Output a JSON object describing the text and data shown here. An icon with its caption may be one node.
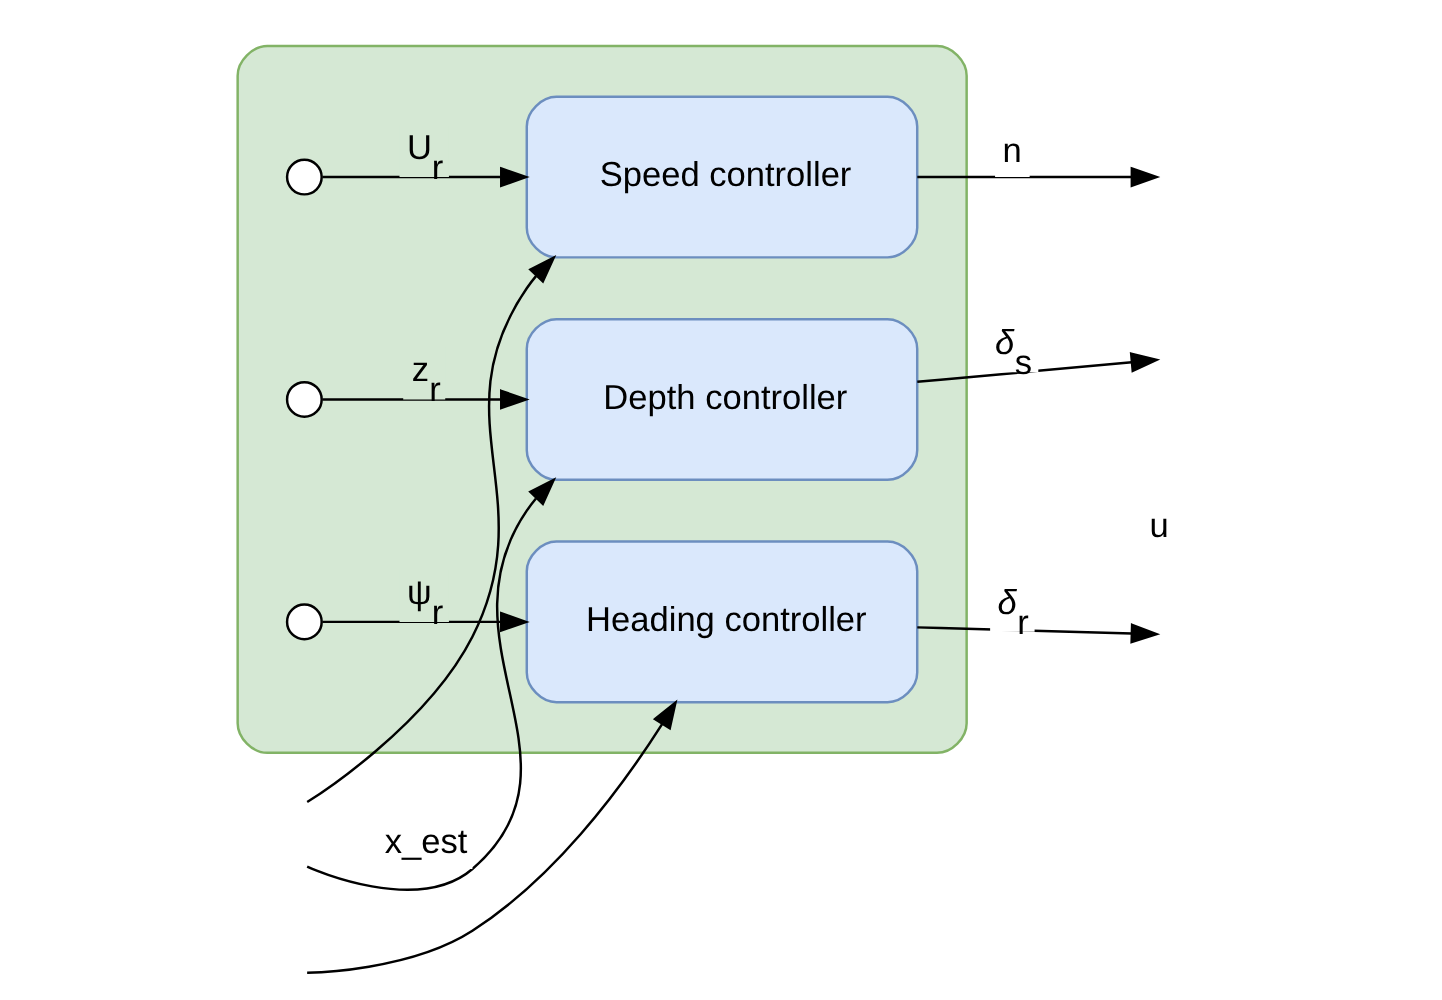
{
  "diagram": {
    "nodes": [
      {
        "text": [],
        "shape": "box"
      },
      {
        "text": [],
        "shape": "circle",
        "in": 0
      },
      {
        "text": [
          "Speed controller"
        ],
        "in": 0
      },
      {
        "text": [],
        "shape": "circle",
        "in": 0
      },
      {
        "text": [
          "Depth controller"
        ],
        "in": 0
      },
      {
        "text": [],
        "shape": "circle",
        "in": 0
      },
      {
        "text": [
          "Heading controller"
        ],
        "in": 0
      }
    ],
    "edges": [
      {
        "from": 1,
        "to": 2,
        "arrow": "to",
        "label": "U$_{r}$"
      },
      {
        "from": null,
        "to": 2,
        "arrow": "to"
      },
      {
        "from": 2,
        "to": null,
        "arrow": "to",
        "label": "n"
      },
      {
        "from": 3,
        "to": 4,
        "arrow": "to",
        "label": "z$_{r}$"
      },
      {
        "from": null,
        "to": 4,
        "arrow": "to",
        "label": "x_est"
      },
      {
        "from": 4,
        "to": null,
        "arrow": "to",
        "label": "*δ*$_{s}$"
      },
      {
        "from": 5,
        "to": 6,
        "arrow": "to",
        "label": "ψ$_{r}$"
      },
      {
        "from": null,
        "to": 6,
        "arrow": "to"
      },
      {
        "from": 6,
        "to": null,
        "arrow": "to",
        "label": "*δ*$_{r}$"
      }
    ],
    "labels": [
      "u"
    ]
  }
}
